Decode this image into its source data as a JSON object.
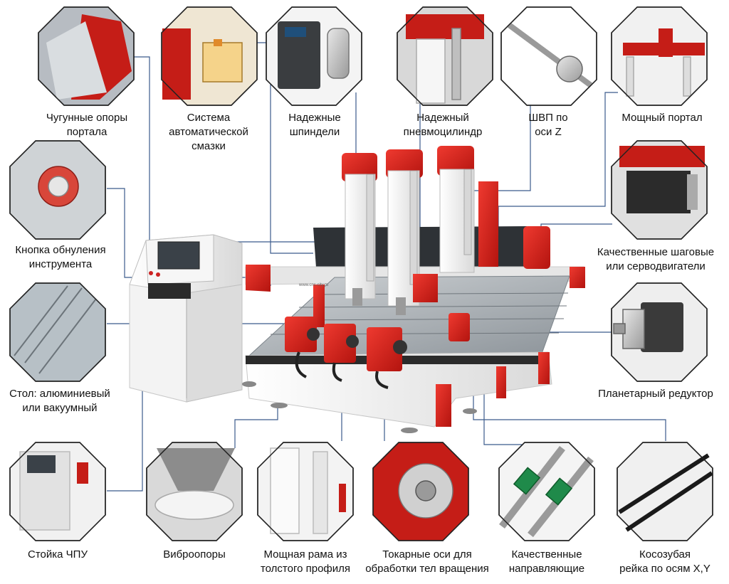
{
  "features": [
    {
      "id": "cast-iron-supports",
      "lines": [
        "Чугунные опоры",
        "портала"
      ]
    },
    {
      "id": "auto-lubrication",
      "lines": [
        "Система",
        "автоматической",
        "смазки"
      ]
    },
    {
      "id": "spindles",
      "lines": [
        "Надежные",
        "шпиндели"
      ]
    },
    {
      "id": "pneumatic-cylinder",
      "lines": [
        "Надежный",
        "пневмоцилиндр"
      ]
    },
    {
      "id": "ball-screw-z",
      "lines": [
        "ШВП по",
        "оси Z"
      ]
    },
    {
      "id": "gantry",
      "lines": [
        "Мощный портал"
      ]
    },
    {
      "id": "tool-zero-button",
      "lines": [
        "Кнопка обнуления",
        "инструмента"
      ]
    },
    {
      "id": "motors",
      "lines": [
        "Качественные шаговые",
        "или серводвигатели"
      ]
    },
    {
      "id": "table",
      "lines": [
        "Стол: алюминиевый",
        "или вакуумный"
      ]
    },
    {
      "id": "planetary-gearbox",
      "lines": [
        "Планетарный редуктор"
      ]
    },
    {
      "id": "cnc-rack",
      "lines": [
        "Стойка ЧПУ"
      ]
    },
    {
      "id": "vibration-mounts",
      "lines": [
        "Виброопоры"
      ]
    },
    {
      "id": "frame",
      "lines": [
        "Мощная рама из",
        "толстого профиля"
      ]
    },
    {
      "id": "rotary-axes",
      "lines": [
        "Токарные оси для",
        "обработки тел вращения"
      ]
    },
    {
      "id": "guides",
      "lines": [
        "Качественные",
        "направляющие"
      ]
    },
    {
      "id": "helical-rack",
      "lines": [
        "Косозубая",
        "рейка по осям X,Y"
      ]
    }
  ],
  "machine_badge": "www.cnc-city.ru",
  "colors": {
    "accent": "#d8251f",
    "machine_white": "#f1f1f1",
    "leader": "#3b5b8c",
    "octagon_border": "#222222"
  }
}
